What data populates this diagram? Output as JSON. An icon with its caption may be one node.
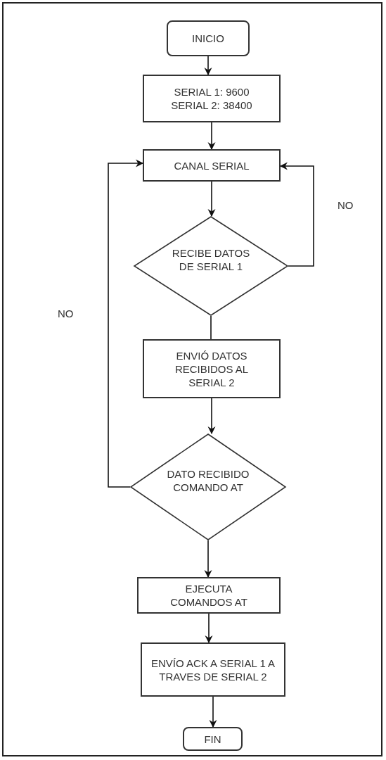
{
  "diagram": {
    "nodes": [
      {
        "text": [
          "INICIO"
        ]
      },
      {
        "text": [
          "SERIAL 1: 9600 SERIAL 2: 38400"
        ]
      },
      {
        "text": [
          "CANAL SERIAL"
        ]
      },
      {
        "text": [
          "RECIBE DATOS DE SERIAL 1"
        ]
      },
      {
        "text": [
          "ENVIÓ DATOS RECIBIDOS AL SERIAL 2"
        ]
      },
      {
        "text": [
          "DATO RECIBIDO COMANDO AT"
        ]
      },
      {
        "text": [
          "EJECUTA COMANDOS AT"
        ]
      },
      {
        "text": [
          "ENVÍO ACK A SERIAL 1 A TRAVES DE SERIAL 2"
        ]
      },
      {
        "text": [
          "FIN"
        ]
      }
    ],
    "edges": [
      {
        "from": 0,
        "to": 1,
        "arrow": "to"
      },
      {
        "from": 1,
        "to": 2,
        "arrow": "to"
      },
      {
        "from": 2,
        "to": 3,
        "arrow": "to"
      },
      {
        "from": 3,
        "to": 2,
        "arrow": "to",
        "label": "NO"
      },
      {
        "from": 3,
        "to": 4,
        "arrow": "none"
      },
      {
        "from": 4,
        "to": 5,
        "arrow": "to"
      },
      {
        "from": 5,
        "to": 2,
        "arrow": "to",
        "label": "NO"
      },
      {
        "from": 5,
        "to": 6,
        "arrow": "to"
      },
      {
        "from": 6,
        "to": 7,
        "arrow": "to"
      },
      {
        "from": 7,
        "to": 8,
        "arrow": "to"
      }
    ]
  }
}
